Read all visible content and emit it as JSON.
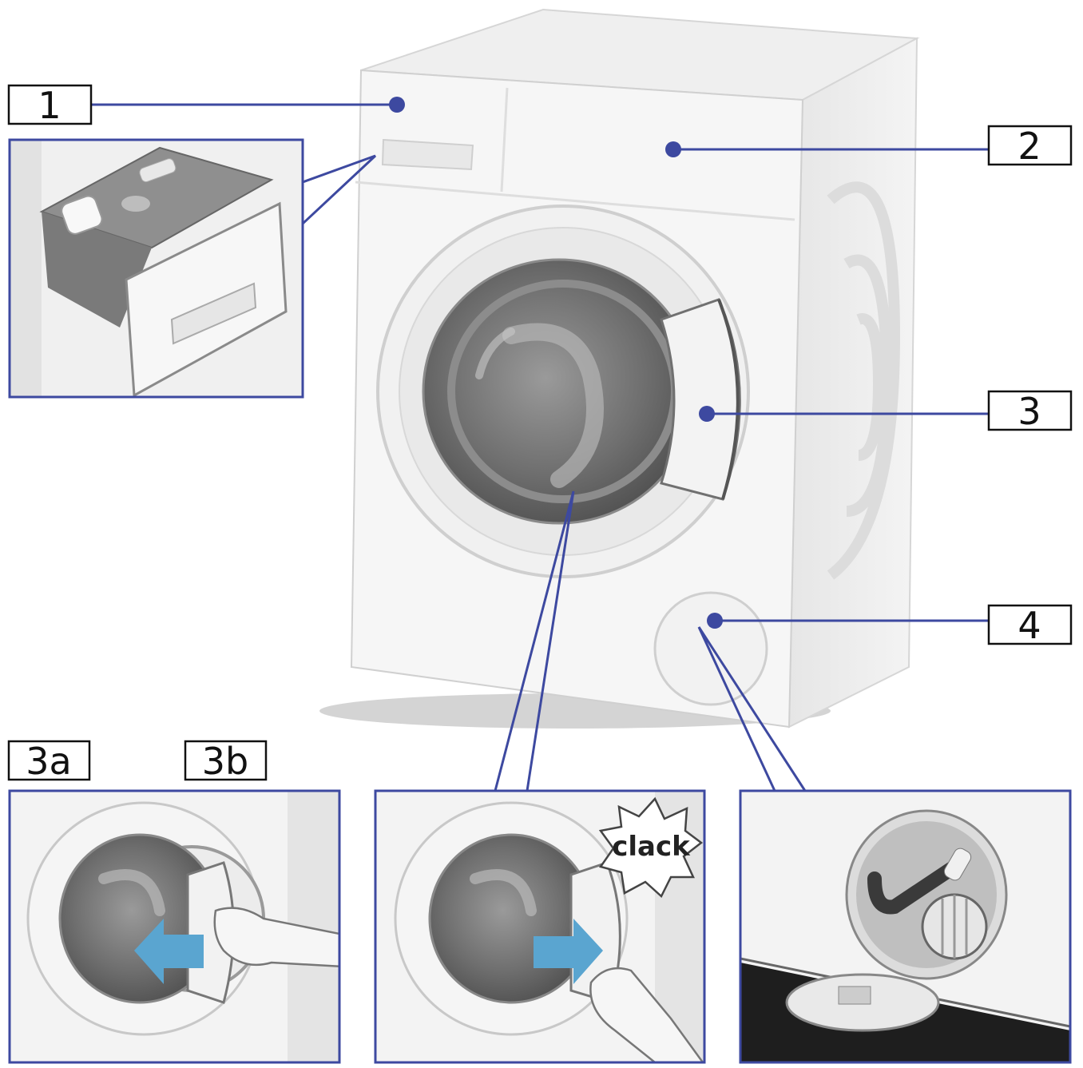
{
  "labels": {
    "detergent_drawer": "1",
    "control_panel": "2",
    "door_handle": "3",
    "door_open": "3a",
    "door_close": "3b",
    "service_flap": "4"
  },
  "callout_text": "clack",
  "colors": {
    "leader_line": "#3d49a0",
    "arrow": "#5aa5d0",
    "label_border": "#111111",
    "machine_body": "#f2f2f2",
    "drum_glass": "#6b6b6b"
  },
  "icons": [
    "washing-machine",
    "detergent-drawer",
    "hand",
    "arrow-left",
    "arrow-right",
    "pump-filter",
    "clack-burst"
  ]
}
